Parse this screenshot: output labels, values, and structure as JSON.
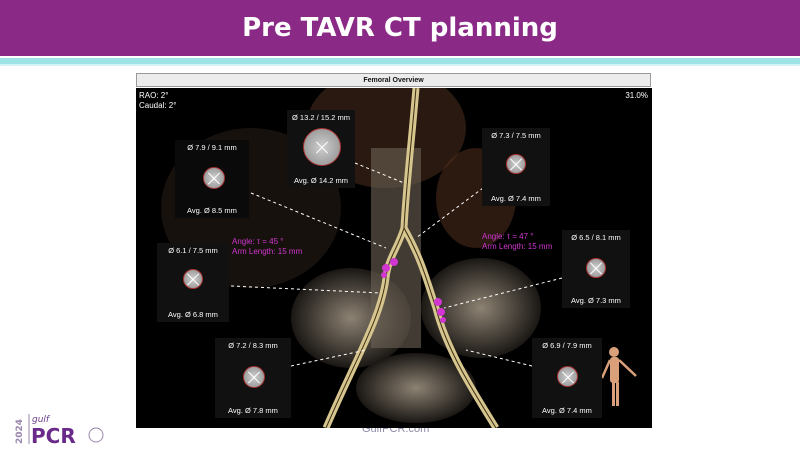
{
  "slide_title": "Pre TAVR CT planning",
  "viewer": {
    "header": "Femoral Overview",
    "rao": "RAO: 2°",
    "caudal": "Caudal: 2°",
    "zoom": "31.0%",
    "angle_left": {
      "angle": "Angle: τ = 45 °",
      "arm": "Arm Length: 15 mm"
    },
    "angle_right": {
      "angle": "Angle: τ = 47 °",
      "arm": "Arm Length: 15 mm"
    },
    "insets": [
      {
        "diameters": "Ø 13.2 / 15.2 mm",
        "avg": "Avg. Ø 14.2 mm"
      },
      {
        "diameters": "Ø 7.9 / 9.1 mm",
        "avg": "Avg. Ø 8.5 mm"
      },
      {
        "diameters": "Ø 7.3 / 7.5 mm",
        "avg": "Avg. Ø 7.4 mm"
      },
      {
        "diameters": "Ø 6.1 / 7.5 mm",
        "avg": "Avg. Ø 6.8 mm"
      },
      {
        "diameters": "Ø 6.5 / 8.1 mm",
        "avg": "Avg. Ø 7.3 mm"
      },
      {
        "diameters": "Ø 7.2 / 8.3 mm",
        "avg": "Avg. Ø 7.8 mm"
      },
      {
        "diameters": "Ø 6.9 / 7.9 mm",
        "avg": "Avg. Ø 7.4 mm"
      }
    ]
  },
  "footer": {
    "site": "GulfPCR.com",
    "logo_year": "2024",
    "logo_text": "gulf PCR"
  },
  "colors": {
    "title_band": "#8a2a86",
    "accent_line": "#9fe3e6",
    "angle_marker": "#d236d2"
  }
}
